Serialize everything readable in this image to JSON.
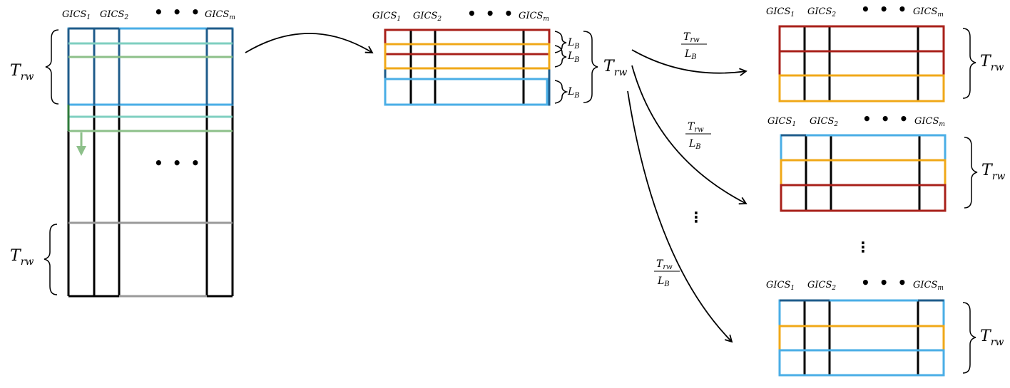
{
  "column_labels": {
    "gics_base": "GICS",
    "first_sub": "1",
    "second_sub": "2",
    "last_sub": "m",
    "ellipsis": "• • •"
  },
  "window_label": {
    "base": "T",
    "sub": "rw"
  },
  "block_label": {
    "base": "L",
    "sub": "B"
  },
  "vertical_ellipsis": "⋮",
  "middle_ellipsis": "• • •",
  "colors": {
    "black": "#000000",
    "dark_blue": "#1f5c8b",
    "light_blue": "#4aaee6",
    "teal": "#7fcfc0",
    "green": "#8dc08a",
    "dark_red": "#a8201a",
    "orange": "#f0a818",
    "gray": "#9a9a9a"
  }
}
